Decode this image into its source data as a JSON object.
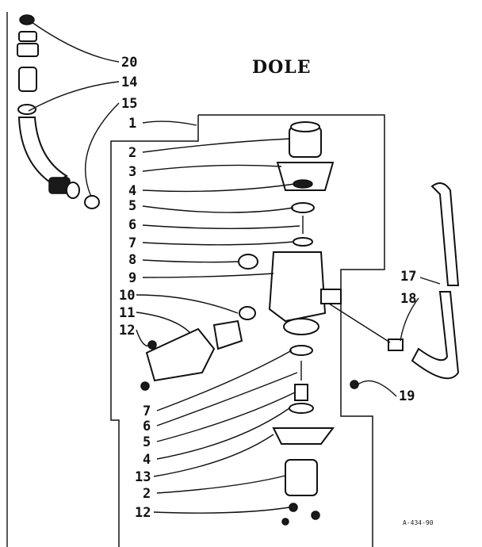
{
  "title": "DOLE",
  "drawing_code": "A-434-90",
  "callouts_left": [
    "1",
    "2",
    "3",
    "4",
    "5",
    "6",
    "7",
    "8",
    "9",
    "10",
    "11",
    "12"
  ],
  "callouts_lower": [
    "7",
    "6",
    "5",
    "4",
    "13",
    "2",
    "12"
  ],
  "callouts_top": [
    "20",
    "14",
    "15"
  ],
  "callouts_right": [
    "17",
    "18",
    "19"
  ]
}
